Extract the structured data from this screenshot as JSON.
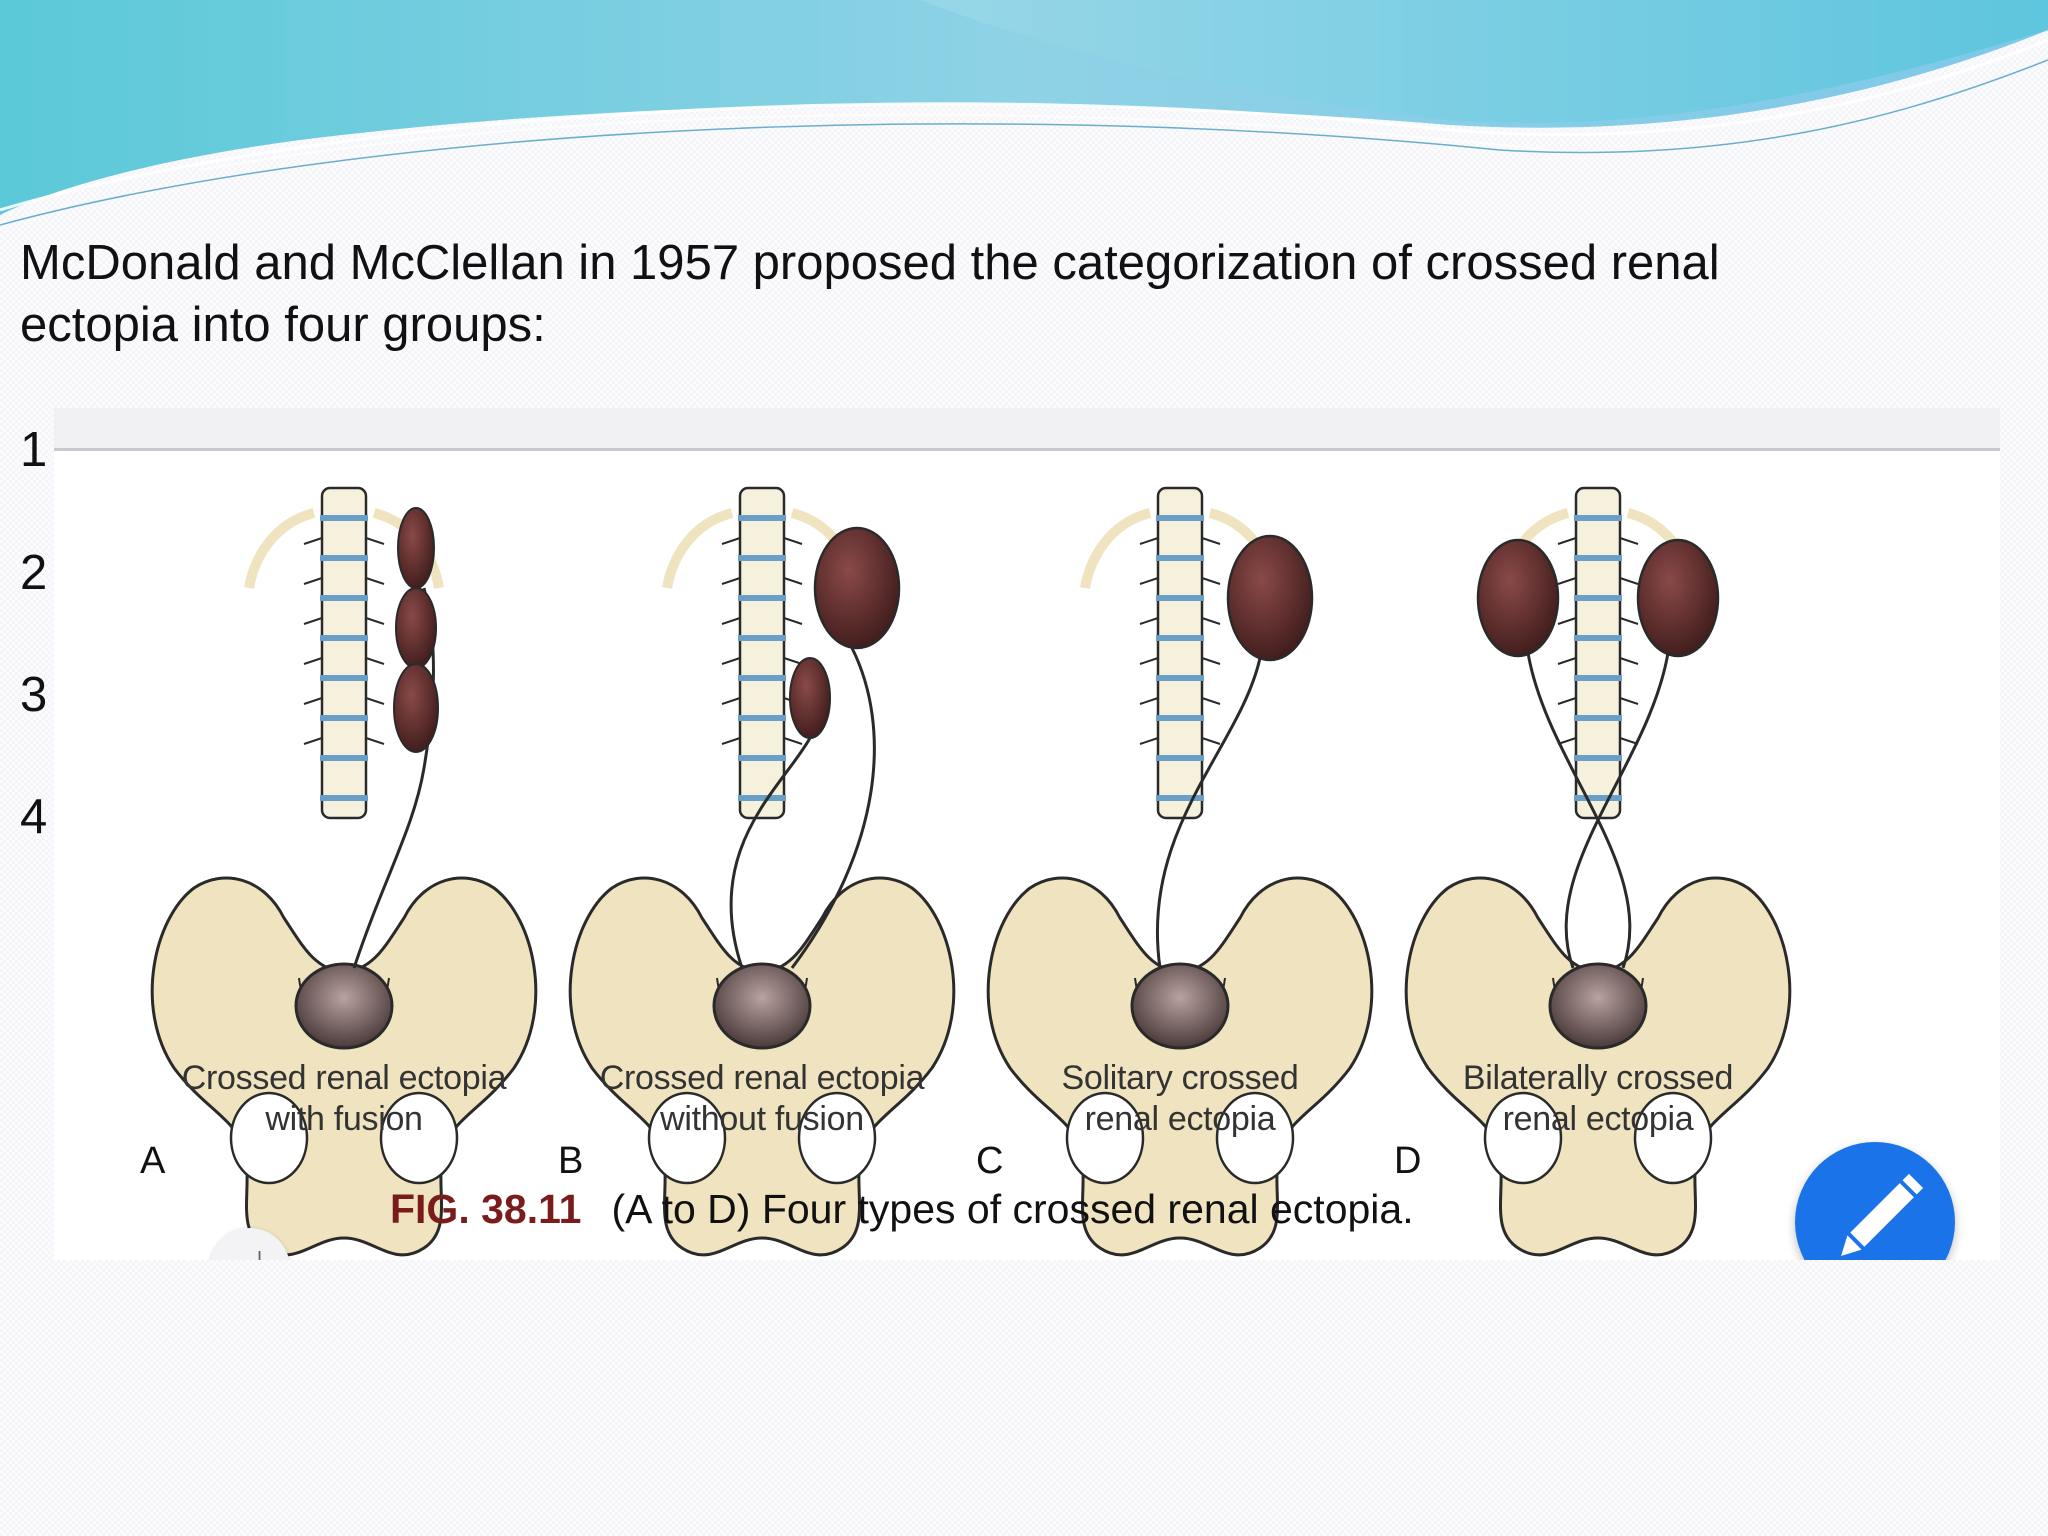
{
  "intro_text": "McDonald and McClellan in 1957 proposed the categorization of crossed renal ectopia into four groups:",
  "list_numbers": [
    "1",
    "2",
    "3",
    "4"
  ],
  "figure": {
    "panels": [
      {
        "letter": "A",
        "caption_line1": "Crossed renal ectopia",
        "caption_line2": "with fusion"
      },
      {
        "letter": "B",
        "caption_line1": "Crossed renal ectopia",
        "caption_line2": "without fusion"
      },
      {
        "letter": "C",
        "caption_line1": "Solitary crossed",
        "caption_line2": "renal ectopia"
      },
      {
        "letter": "D",
        "caption_line1": "Bilaterally crossed",
        "caption_line2": "renal ectopia"
      }
    ],
    "fig_number": "FIG. 38.11",
    "fig_caption": "(A to D) Four types of crossed renal ectopia."
  },
  "icons": {
    "edit": "pencil-icon",
    "side_tab": "tab-icon"
  },
  "colors": {
    "fab": "#1a73e8",
    "kidney": "#6b2a2a",
    "bone": "#efe4bf",
    "fig_number": "#7a1c1c"
  }
}
